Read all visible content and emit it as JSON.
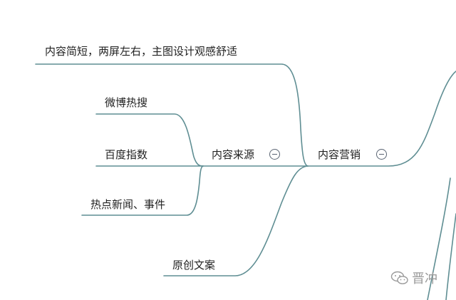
{
  "mindmap": {
    "line_color": "#5f8e93",
    "nodes": {
      "content_marketing": "内容营销",
      "content_source": "内容来源",
      "content_brief": "内容简短，两屏左右，主图设计观感舒适",
      "weibo_hot_search": "微博热搜",
      "baidu_index": "百度指数",
      "hot_news_events": "热点新闻、事件",
      "original_copy": "原创文案"
    },
    "collapse_icon": "circle-minus-icon"
  },
  "watermark": {
    "text": "晋冲",
    "icon": "wechat-icon"
  }
}
